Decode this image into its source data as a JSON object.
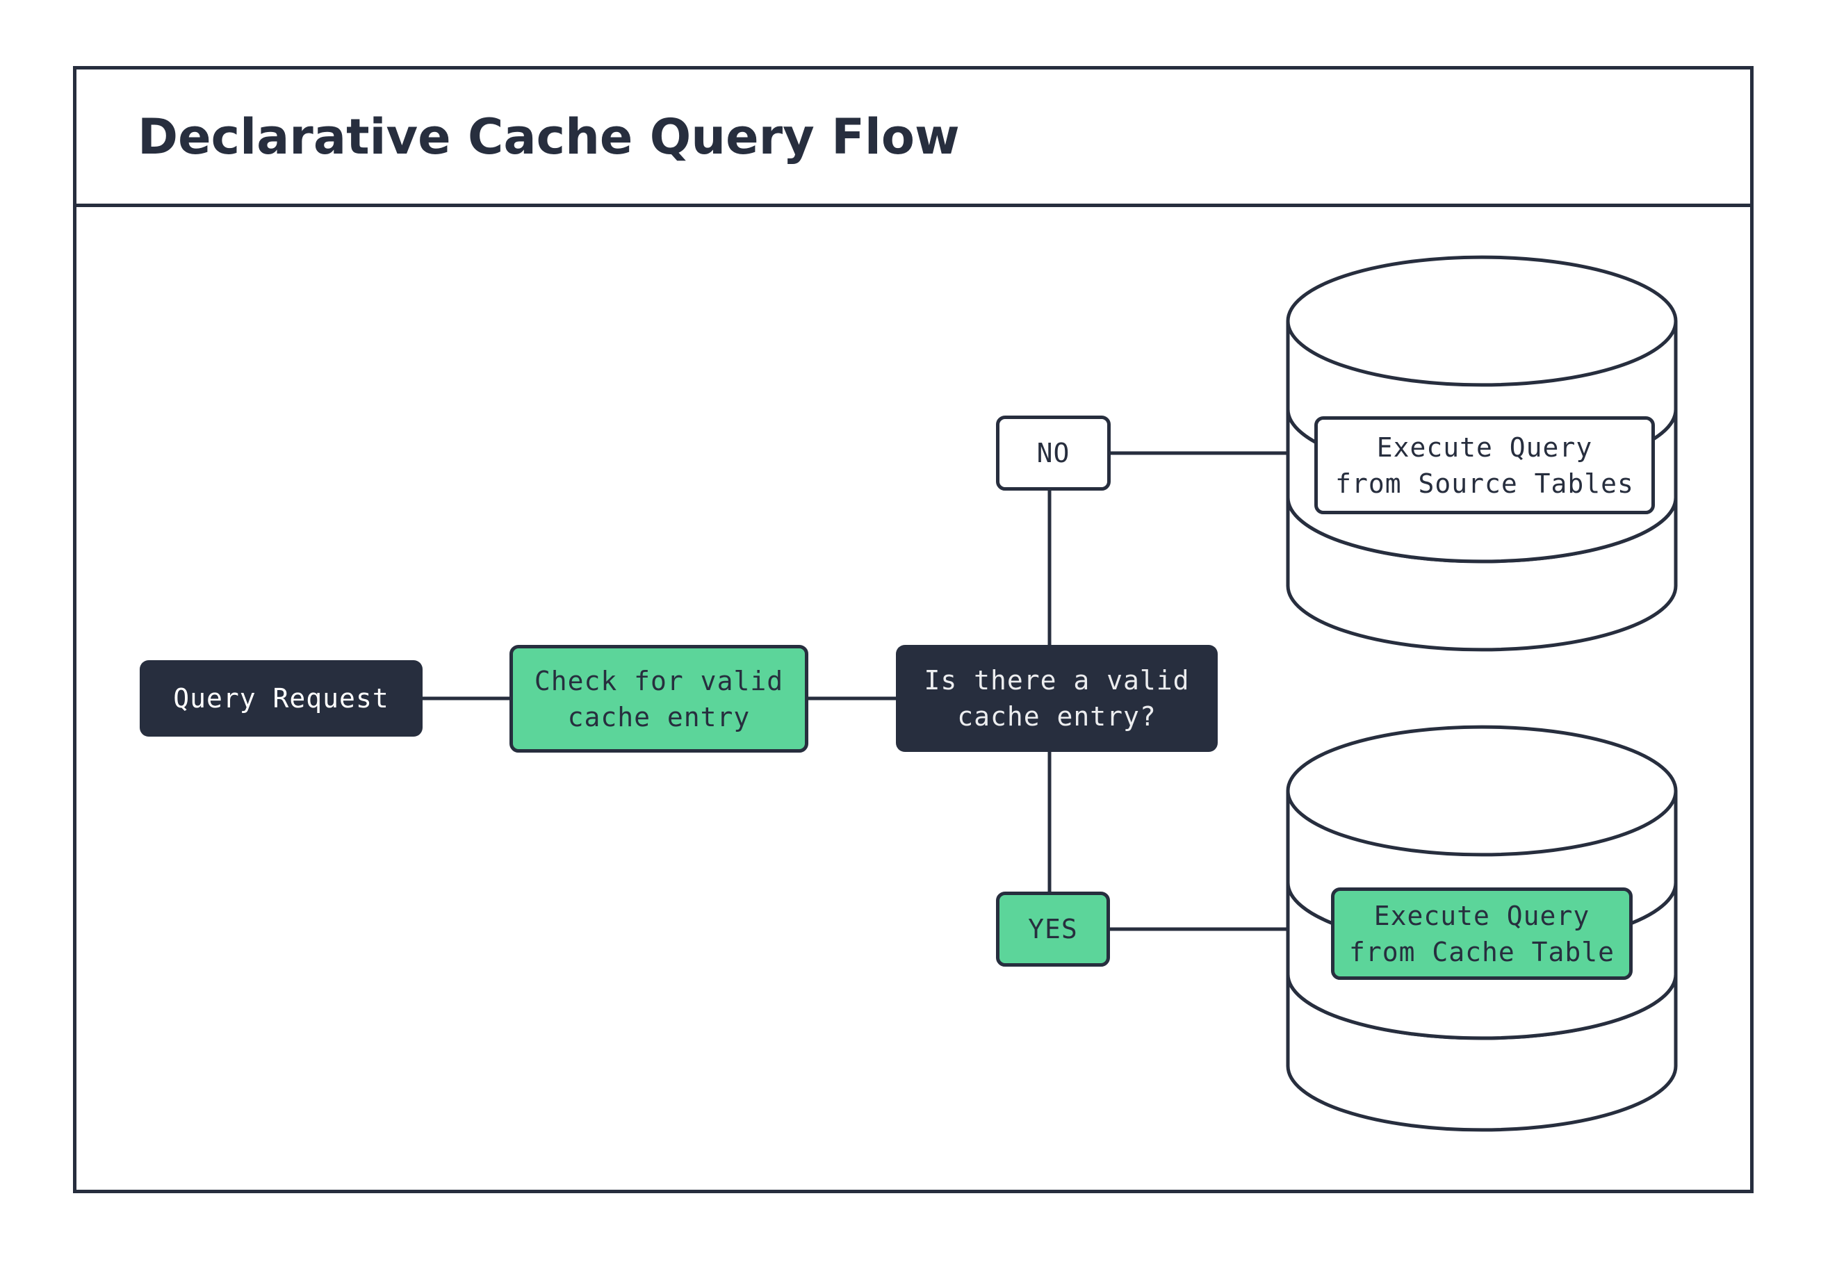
{
  "header": {
    "title": "Declarative Cache Query Flow"
  },
  "nodes": {
    "query_request": {
      "label": "Query Request"
    },
    "check_cache": {
      "lines": [
        "Check for valid",
        "cache entry"
      ]
    },
    "decision": {
      "lines": [
        "Is there a valid",
        "cache entry?"
      ]
    },
    "no_branch": {
      "label": "NO"
    },
    "yes_branch": {
      "label": "YES"
    },
    "source_db": {
      "lines": [
        "Execute Query",
        "from Source Tables"
      ]
    },
    "cache_db": {
      "lines": [
        "Execute Query",
        "from Cache Table"
      ]
    }
  },
  "colors": {
    "dark_navy": "#272E3E",
    "green": "#5CD59A",
    "light_text": "#ECEDEF",
    "background": "#FFFFFF"
  }
}
